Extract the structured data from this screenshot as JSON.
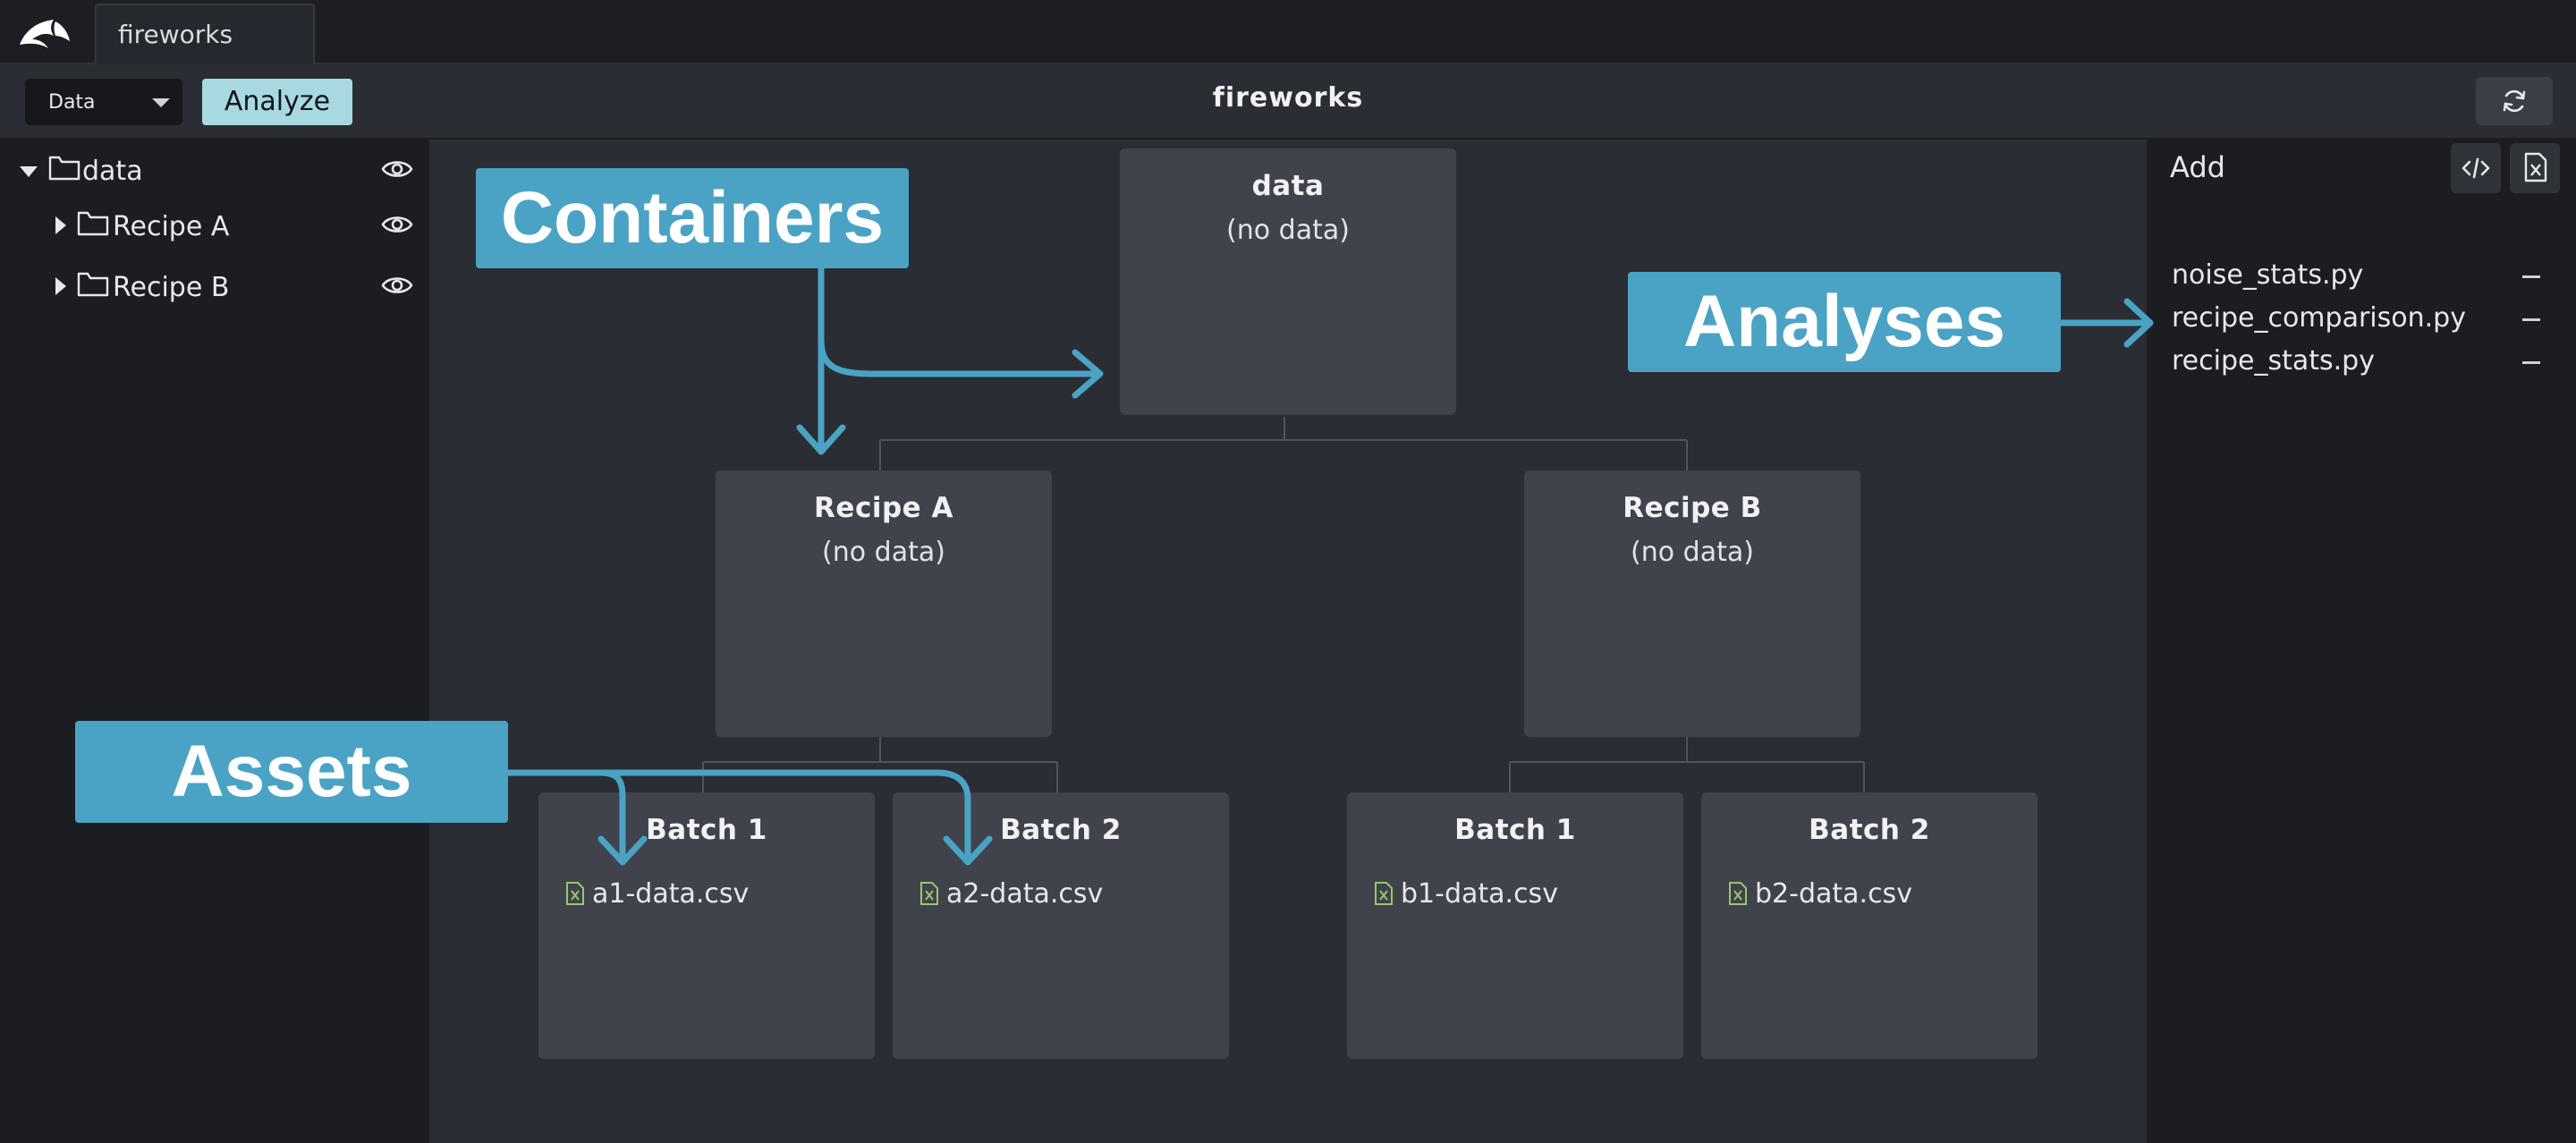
{
  "tab": {
    "title": "fireworks"
  },
  "toolbar": {
    "mode_value": "Data",
    "analyze_label": "Analyze",
    "title": "fireworks"
  },
  "sidebar": {
    "items": [
      {
        "label": "data",
        "expanded": true
      },
      {
        "label": "Recipe A",
        "expanded": false
      },
      {
        "label": "Recipe B",
        "expanded": false
      }
    ]
  },
  "canvas": {
    "root": {
      "title": "data",
      "subtitle": "(no data)"
    },
    "recipe_a": {
      "title": "Recipe A",
      "subtitle": "(no data)"
    },
    "recipe_b": {
      "title": "Recipe B",
      "subtitle": "(no data)"
    },
    "a_batch1": {
      "title": "Batch 1",
      "asset": "a1-data.csv"
    },
    "a_batch2": {
      "title": "Batch 2",
      "asset": "a2-data.csv"
    },
    "b_batch1": {
      "title": "Batch 1",
      "asset": "b1-data.csv"
    },
    "b_batch2": {
      "title": "Batch 2",
      "asset": "b2-data.csv"
    }
  },
  "right_panel": {
    "add_label": "Add",
    "analyses": [
      "noise_stats.py",
      "recipe_comparison.py",
      "recipe_stats.py"
    ]
  },
  "callouts": {
    "containers": "Containers",
    "analyses": "Analyses",
    "assets": "Assets"
  },
  "colors": {
    "accent": "#4aa3c4",
    "analyze_button": "#a8d8e0",
    "node_bg": "#40434c",
    "canvas_bg": "#2a2d33",
    "csv_icon": "#9cc56a"
  }
}
